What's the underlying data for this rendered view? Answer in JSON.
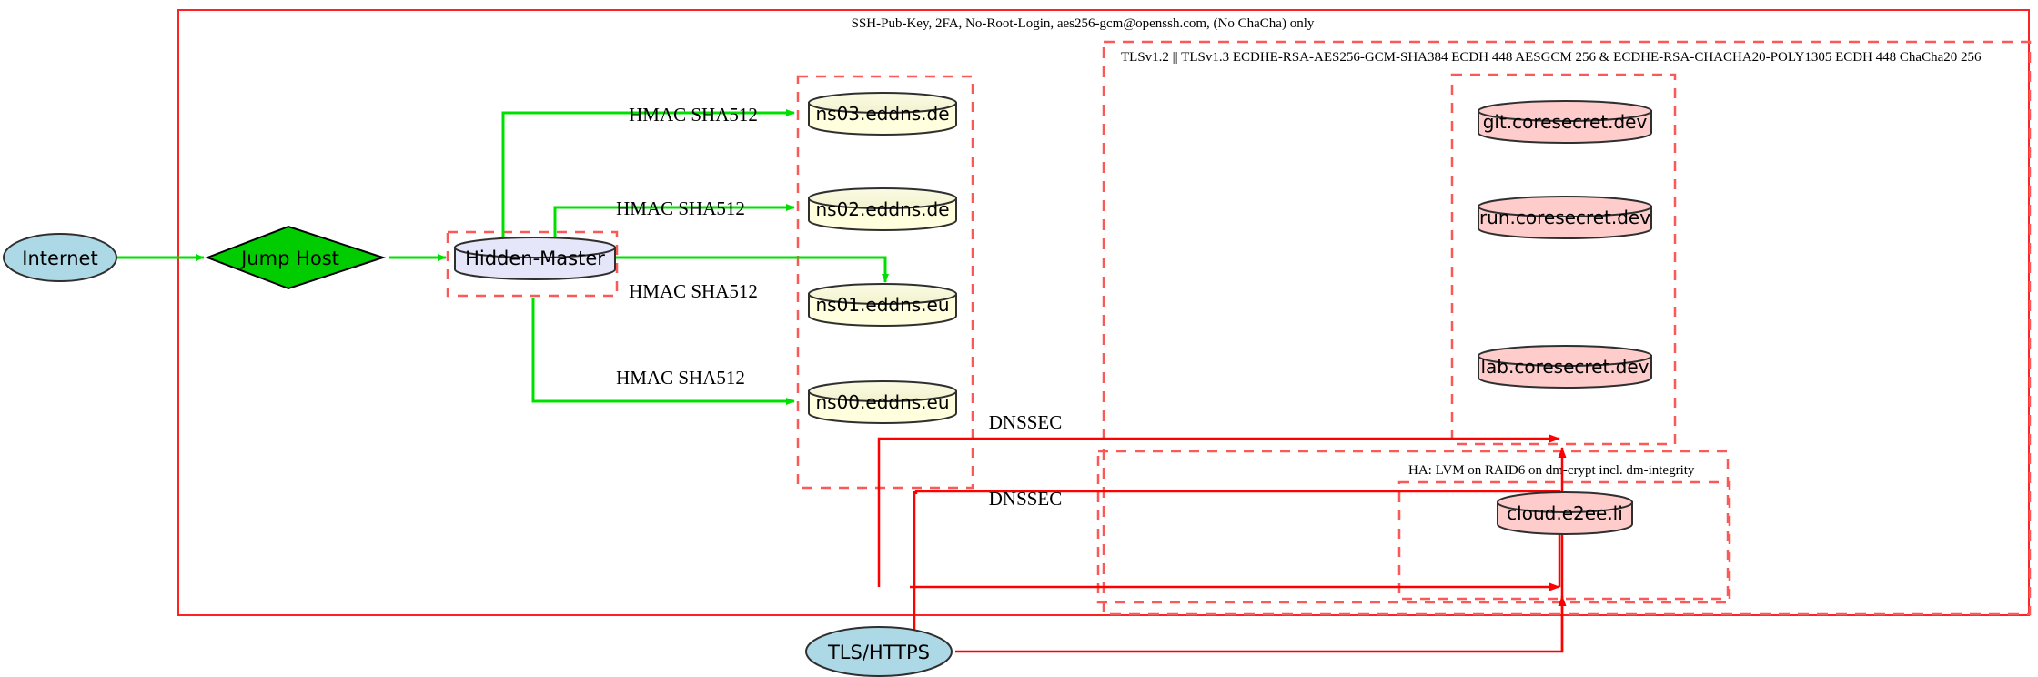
{
  "diagram": {
    "title_visible": false,
    "colors": {
      "boundary_red": "#ff2222",
      "cluster_dashed_red": "#fb5858",
      "edge_green": "#00e000",
      "edge_red": "#ff0000",
      "internet_fill": "#add8e6",
      "jumphost_fill": "#00cc00",
      "hidden_master_fill": "#e6e6fa",
      "dns_fill": "#ffffdd",
      "service_fill": "#ffcccc",
      "stroke_dark": "#2f2f2f"
    },
    "clusters": [
      {
        "id": "ssh-boundary",
        "label": "SSH-Pub-Key, 2FA, No-Root-Login, aes256-gcm@openssh.com, (No ChaCha) only",
        "style": "solid"
      },
      {
        "id": "tls-boundary",
        "label": "TLSv1.2 || TLSv1.3 ECDHE-RSA-AES256-GCM-SHA384 ECDH 448 AESGCM 256 & ECDHE-RSA-CHACHA20-POLY1305 ECDH 448 ChaCha20 256",
        "style": "dashed"
      },
      {
        "id": "ha-boundary",
        "label": "HA: LVM on RAID6 on dm-crypt incl. dm-integrity",
        "style": "dashed"
      },
      {
        "id": "hidden-master-cluster",
        "label": "",
        "style": "dashed"
      },
      {
        "id": "dns-cluster",
        "label": "",
        "style": "dashed"
      },
      {
        "id": "coresecret-cluster",
        "label": "",
        "style": "dashed"
      },
      {
        "id": "cloud-cluster",
        "label": "",
        "style": "dashed"
      }
    ],
    "nodes": [
      {
        "id": "internet",
        "label": "Internet",
        "shape": "ellipse",
        "fill": "#add8e6"
      },
      {
        "id": "jump-host",
        "label": "Jump Host",
        "shape": "diamond",
        "fill": "#00cc00"
      },
      {
        "id": "hidden-master",
        "label": "Hidden-Master",
        "shape": "cylinder",
        "fill": "#e6e6fa"
      },
      {
        "id": "ns03",
        "label": "ns03.eddns.de",
        "shape": "cylinder",
        "fill": "#ffffdd"
      },
      {
        "id": "ns02",
        "label": "ns02.eddns.de",
        "shape": "cylinder",
        "fill": "#ffffdd"
      },
      {
        "id": "ns01",
        "label": "ns01.eddns.eu",
        "shape": "cylinder",
        "fill": "#ffffdd"
      },
      {
        "id": "ns00",
        "label": "ns00.eddns.eu",
        "shape": "cylinder",
        "fill": "#ffffdd"
      },
      {
        "id": "git",
        "label": "git.coresecret.dev",
        "shape": "cylinder",
        "fill": "#ffcccc"
      },
      {
        "id": "run",
        "label": "run.coresecret.dev",
        "shape": "cylinder",
        "fill": "#ffcccc"
      },
      {
        "id": "lab",
        "label": "lab.coresecret.dev",
        "shape": "cylinder",
        "fill": "#ffcccc"
      },
      {
        "id": "cloud",
        "label": "cloud.e2ee.li",
        "shape": "cylinder",
        "fill": "#ffcccc"
      },
      {
        "id": "tls-https",
        "label": "TLS/HTTPS",
        "shape": "ellipse",
        "fill": "#add8e6"
      }
    ],
    "edges": [
      {
        "from": "internet",
        "to": "jump-host",
        "label": "",
        "color": "#00e000"
      },
      {
        "from": "jump-host",
        "to": "hidden-master",
        "label": "",
        "color": "#00e000"
      },
      {
        "from": "hidden-master",
        "to": "ns03",
        "label": "HMAC SHA512",
        "color": "#00e000"
      },
      {
        "from": "hidden-master",
        "to": "ns02",
        "label": "HMAC SHA512",
        "color": "#00e000"
      },
      {
        "from": "hidden-master",
        "to": "ns01",
        "label": "HMAC SHA512",
        "color": "#00e000"
      },
      {
        "from": "hidden-master",
        "to": "ns00",
        "label": "HMAC SHA512",
        "color": "#00e000"
      },
      {
        "from": "dns-cluster",
        "to": "coresecret",
        "label": "DNSSEC",
        "color": "#ff0000"
      },
      {
        "from": "dns-cluster",
        "to": "cloud",
        "label": "DNSSEC",
        "color": "#ff0000"
      },
      {
        "from": "tls-https",
        "to": "coresecret",
        "label": "",
        "color": "#ff0000"
      },
      {
        "from": "tls-https",
        "to": "cloud",
        "label": "",
        "color": "#ff0000"
      }
    ],
    "edge_labels": {
      "hmac_1": "HMAC SHA512",
      "hmac_2": "HMAC SHA512",
      "hmac_3": "HMAC SHA512",
      "hmac_4": "HMAC SHA512",
      "dnssec_1": "DNSSEC",
      "dnssec_2": "DNSSEC"
    }
  }
}
